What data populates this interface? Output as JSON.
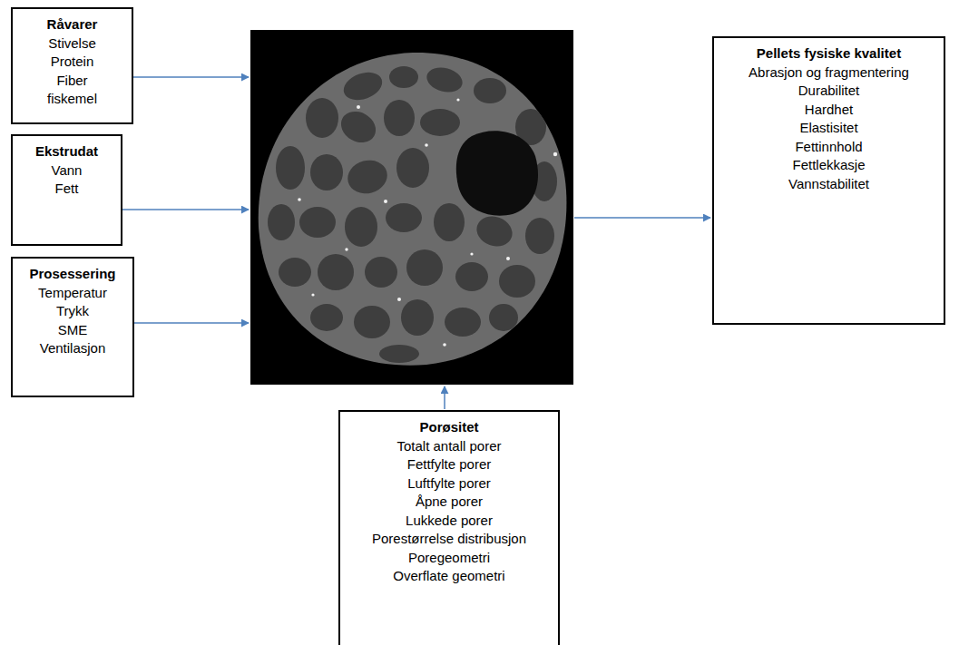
{
  "diagram": {
    "nodes": [
      {
        "text": [
          "Råvarer",
          "Stivelse",
          "Protein",
          "Fiber",
          "fiskemel"
        ]
      },
      {
        "text": [
          "Ekstrudat",
          "Vann",
          "Fett"
        ]
      },
      {
        "text": [
          "Prosessering",
          "Temperatur",
          "Trykk",
          "SME",
          "Ventilasjon"
        ]
      },
      {
        "text": [
          "Pellets fysiske kvalitet",
          "Abrasjon og fragmentering",
          "Durabilitet",
          "Hardhet",
          "Elastisitet",
          "Fettinnhold",
          "Fettlekkasje",
          "Vannstabilitet"
        ]
      },
      {
        "text": [
          "Porøsitet",
          "Totalt antall porer",
          "Fettfylte porer",
          "Luftfylte porer",
          "Åpne porer",
          "Lukkede porer",
          "Porestørrelse distribusjon",
          "Poregeometri",
          "Overflate geometri"
        ]
      }
    ]
  }
}
